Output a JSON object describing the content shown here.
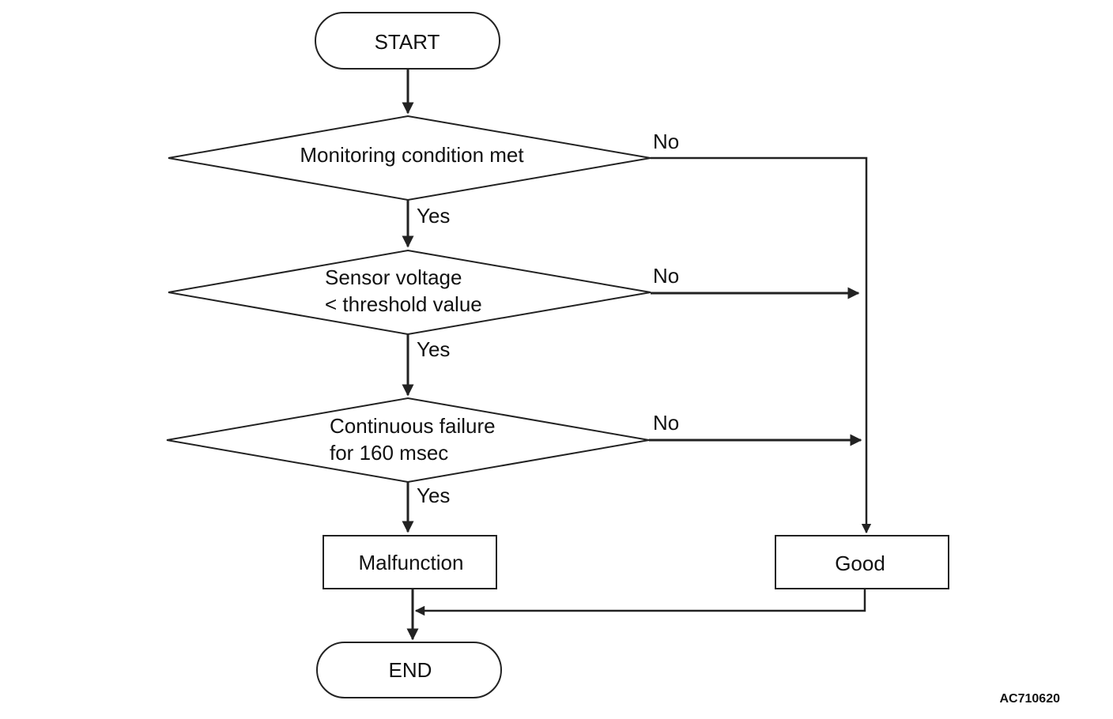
{
  "flowchart": {
    "start": "START",
    "end": "END",
    "decisions": [
      {
        "lines": [
          "Monitoring condition met"
        ],
        "yes": "Yes",
        "no": "No"
      },
      {
        "lines": [
          "Sensor voltage",
          "< threshold value"
        ],
        "yes": "Yes",
        "no": "No"
      },
      {
        "lines": [
          "Continuous failure",
          "for 160 msec"
        ],
        "yes": "Yes",
        "no": "No"
      }
    ],
    "malfunction": "Malfunction",
    "good": "Good"
  },
  "figure_code": "AC710620"
}
